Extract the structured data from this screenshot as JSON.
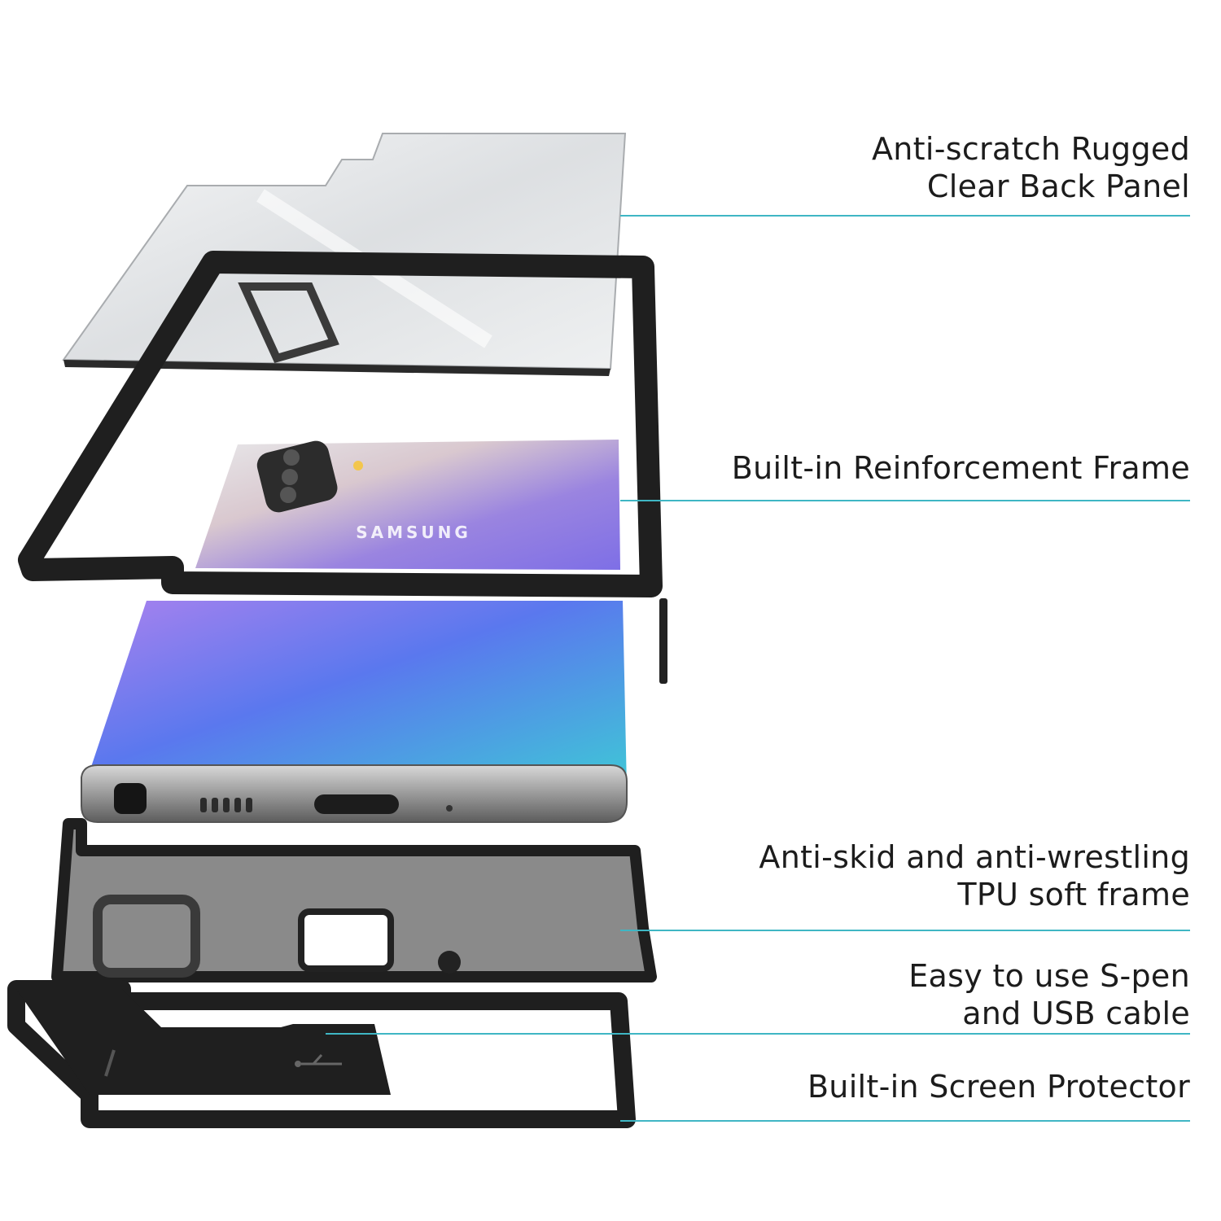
{
  "colors": {
    "background": "#ffffff",
    "text": "#1c1c1c",
    "leader_line": "#3fb6c4",
    "case_black": "#1f1f1f"
  },
  "phone": {
    "brand": "SAMSUNG"
  },
  "callouts": [
    {
      "id": "back-panel",
      "lines": [
        "Anti-scratch Rugged",
        "Clear Back Panel"
      ]
    },
    {
      "id": "reinforcement-frame",
      "lines": [
        "Built-in Reinforcement Frame"
      ]
    },
    {
      "id": "tpu-frame",
      "lines": [
        "Anti-skid and anti-wrestling",
        "TPU soft frame"
      ]
    },
    {
      "id": "spen-usb",
      "lines": [
        "Easy to use S-pen",
        "and USB cable"
      ]
    },
    {
      "id": "screen-protector",
      "lines": [
        "Built-in Screen Protector"
      ]
    }
  ],
  "icons": {
    "usb": "usb-icon",
    "pen": "pen-icon"
  }
}
